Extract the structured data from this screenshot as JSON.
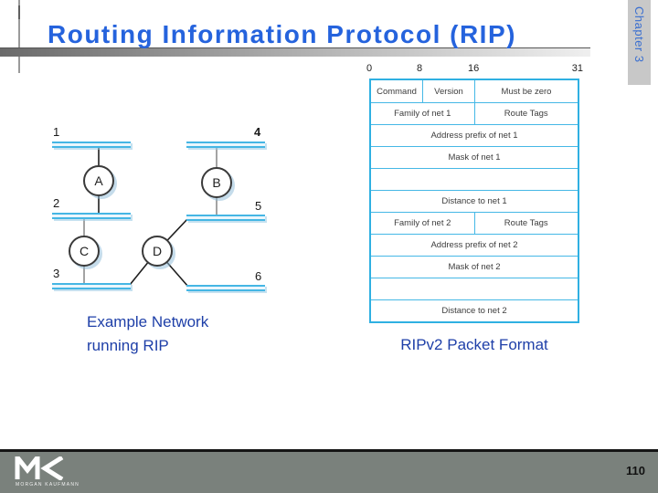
{
  "header": {
    "title": "Routing Information Protocol (RIP)",
    "chapter_tab": "Chapter 3"
  },
  "diagram": {
    "caption_line1": "Example Network",
    "caption_line2": "running RIP",
    "network_labels": [
      "1",
      "2",
      "3",
      "4",
      "5",
      "6"
    ],
    "router_labels": [
      "A",
      "B",
      "C",
      "D"
    ]
  },
  "packet": {
    "caption": "RIPv2 Packet Format",
    "bit_labels": [
      "0",
      "8",
      "16",
      "31"
    ],
    "rows": [
      [
        "Command",
        "Version",
        "Must be zero"
      ],
      [
        "Family of net 1",
        "Route Tags"
      ],
      [
        "Address prefix of net 1"
      ],
      [
        "Mask of net 1"
      ],
      [
        ""
      ],
      [
        "Distance to net 1"
      ],
      [
        "Family of net 2",
        "Route Tags"
      ],
      [
        "Address prefix of net 2"
      ],
      [
        "Mask of net 2"
      ],
      [
        ""
      ],
      [
        "Distance to net 2"
      ]
    ]
  },
  "footer": {
    "logo_subtext": "MORGAN KAUFMANN",
    "page_number": "110"
  },
  "colors": {
    "title_blue": "#2563dd",
    "caption_navy": "#1e3fa8",
    "table_border_cyan": "#2fb0e2",
    "network_bar_cyan": "#45b6e4",
    "tab_bg_gray": "#c8c8c8",
    "tab_text_blue": "#3a6fd0",
    "footer_gray": "#7a817c"
  }
}
